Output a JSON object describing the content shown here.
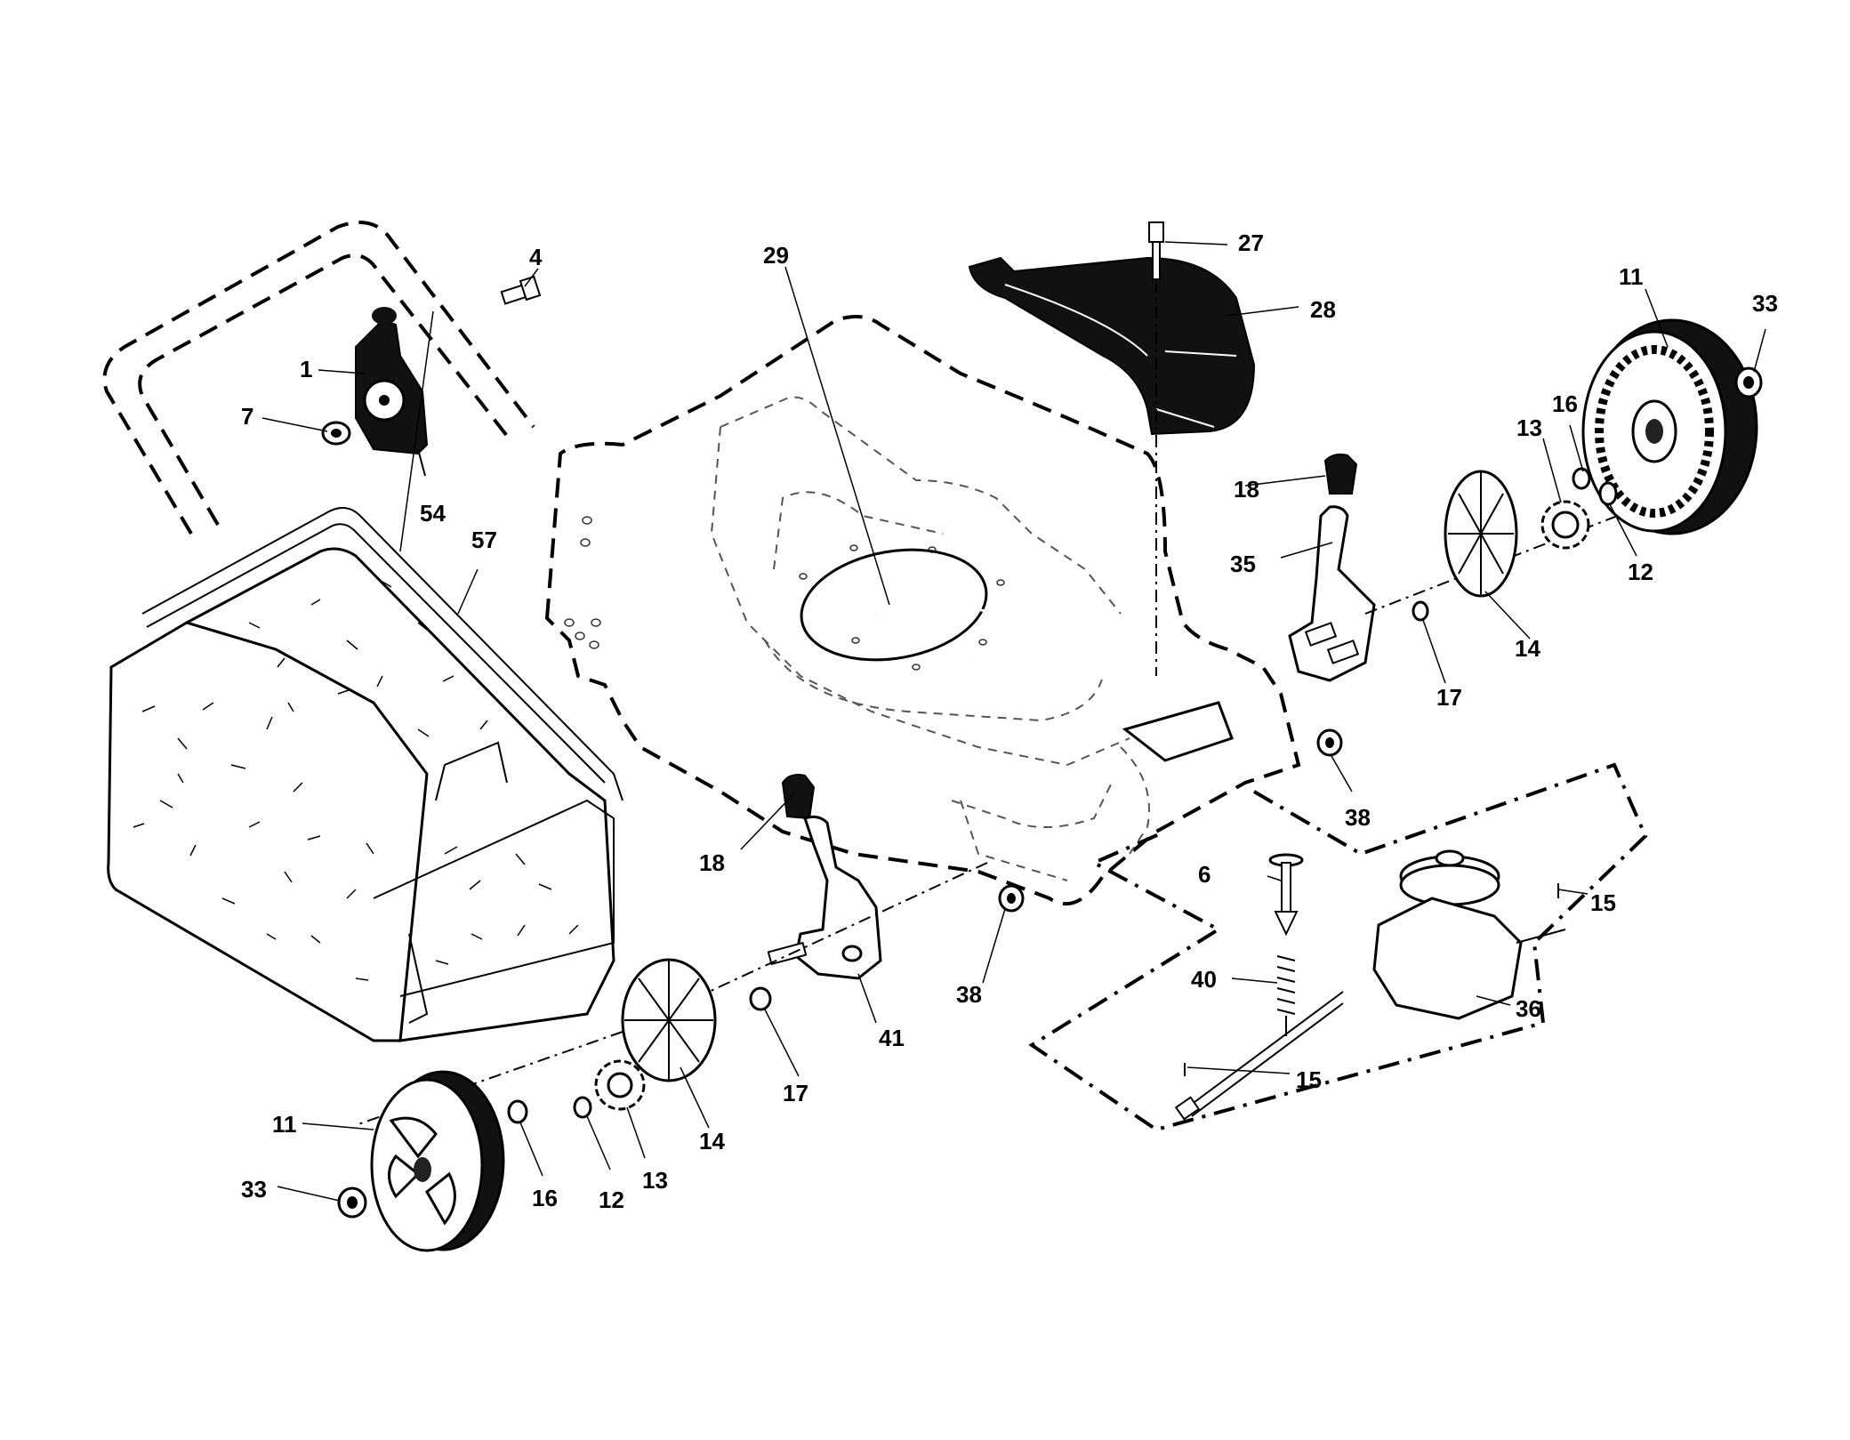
{
  "callouts": {
    "c1": "1",
    "c4": "4",
    "c6": "6",
    "c7": "7",
    "c11a": "11",
    "c11b": "11",
    "c12a": "12",
    "c12b": "12",
    "c13a": "13",
    "c13b": "13",
    "c14a": "14",
    "c14b": "14",
    "c15a": "15",
    "c15b": "15",
    "c16a": "16",
    "c16b": "16",
    "c17a": "17",
    "c17b": "17",
    "c18a": "18",
    "c18b": "18",
    "c27": "27",
    "c28": "28",
    "c29": "29",
    "c33a": "33",
    "c33b": "33",
    "c35": "35",
    "c36": "36",
    "c38a": "38",
    "c38b": "38",
    "c40": "40",
    "c41": "41",
    "c54": "54",
    "c57": "57"
  }
}
